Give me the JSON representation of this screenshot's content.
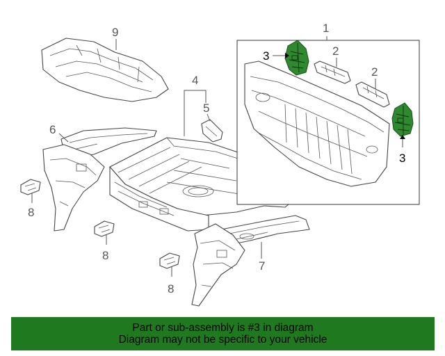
{
  "callouts": {
    "c1": "1",
    "c2a": "2",
    "c2b": "2",
    "c3a": "3",
    "c3b": "3",
    "c4": "4",
    "c5": "5",
    "c6": "6",
    "c7": "7",
    "c8a": "8",
    "c8b": "8",
    "c8c": "8",
    "c9": "9"
  },
  "highlight_color": "#2f8a2f",
  "banner": {
    "line1": "Part or sub-assembly is #3 in diagram",
    "line2": "Diagram may not be specific to your vehicle",
    "background": "#1f7a1f"
  }
}
